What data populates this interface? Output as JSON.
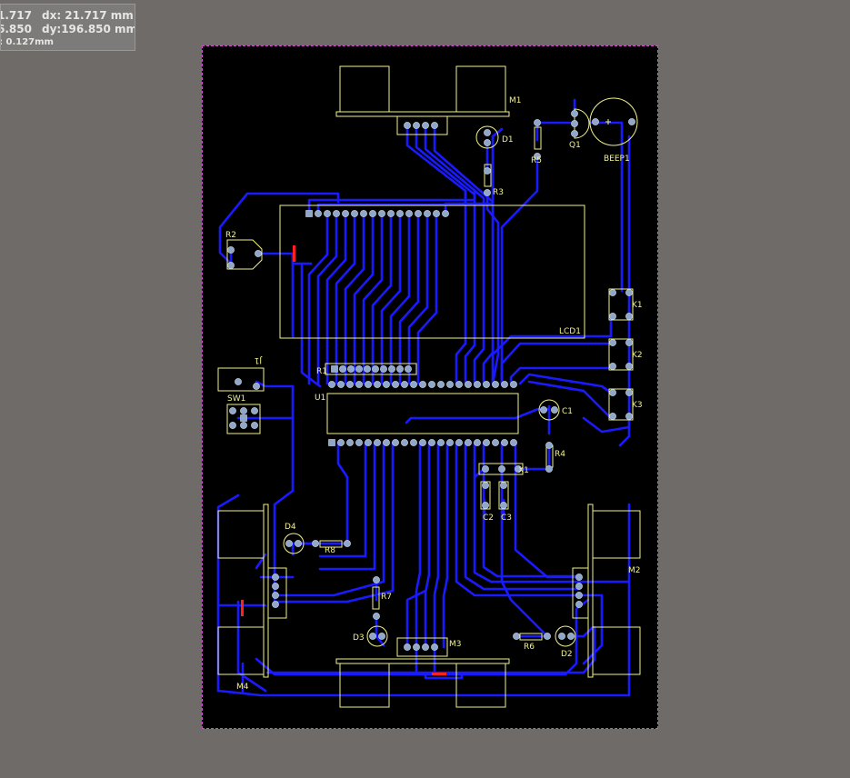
{
  "readout": {
    "x_value": "1.717",
    "dx": "dx: 21.717  mm",
    "y_value": "6.850",
    "dy": "dy:196.850  mm",
    "grid": ": 0.127mm"
  },
  "components": {
    "M1": "M1",
    "D1": "D1",
    "Q1": "Q1",
    "BEEP1": "BEEP1",
    "R5": "R5",
    "R3": "R3",
    "R2": "R2",
    "LCD1": "LCD1",
    "K1": "K1",
    "K2": "K2",
    "K3": "K3",
    "R1": "R1",
    "J1": "J1",
    "U1": "U1",
    "SW1": "SW1",
    "C1": "C1",
    "R4": "R4",
    "X1": "X1",
    "C2": "C2",
    "C3": "C3",
    "D4": "D4",
    "R8": "R8",
    "M2": "M2",
    "R7": "R7",
    "D3": "D3",
    "M3": "M3",
    "R6": "R6",
    "D2": "D2",
    "M4": "M4"
  },
  "colors": {
    "background": "#6f6b68",
    "board": "#000000",
    "board_outline": "#d34cd3",
    "trace": "#1a1aff",
    "silkscreen": "#f2f28a",
    "pad": "#8fa7c9",
    "via_marker": "#ff2020"
  }
}
